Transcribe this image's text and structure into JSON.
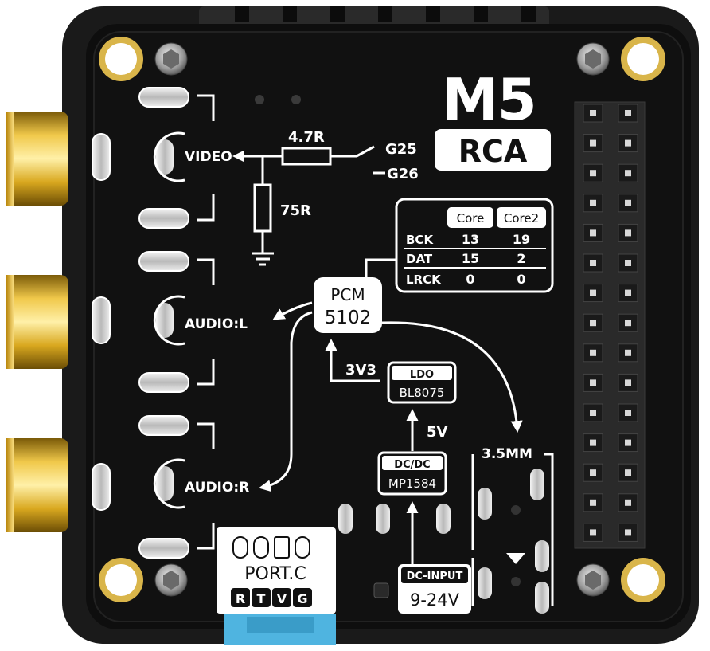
{
  "brand": {
    "logo_line1": "M5",
    "logo_line2": "RCA"
  },
  "connectors": [
    {
      "label": "VIDEO"
    },
    {
      "label": "AUDIO:L"
    },
    {
      "label": "AUDIO:R"
    }
  ],
  "resistors": {
    "series": "4.7R",
    "shunt": "75R"
  },
  "gpio": {
    "pin_a": "G25",
    "pin_b": "G26"
  },
  "pin_table": {
    "columns": [
      "",
      "Core",
      "Core2"
    ],
    "rows": [
      {
        "signal": "BCK",
        "core": "13",
        "core2": "19"
      },
      {
        "signal": "DAT",
        "core": "15",
        "core2": "2"
      },
      {
        "signal": "LRCK",
        "core": "0",
        "core2": "0"
      }
    ]
  },
  "dac": {
    "line1": "PCM",
    "line2": "5102"
  },
  "ldo": {
    "title": "LDO",
    "part": "BL8075",
    "out_label": "3V3"
  },
  "dcdc": {
    "title": "DC/DC",
    "part": "MP1584",
    "out_label": "5V"
  },
  "dc_input": {
    "title": "DC-INPUT",
    "range": "9-24V"
  },
  "jack": {
    "label": "3.5MM"
  },
  "port": {
    "name": "PORT.C",
    "pins": [
      "R",
      "T",
      "V",
      "G"
    ]
  }
}
